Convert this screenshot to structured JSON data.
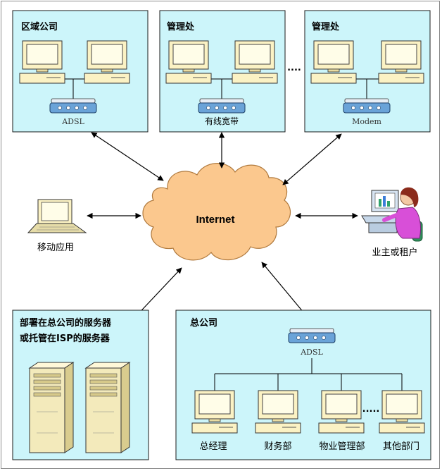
{
  "colors": {
    "box_fill": "#ccf5fa",
    "box_stroke": "#1a1a1a",
    "cloud_fill": "#fbc88e",
    "monitor_fill": "#fbf2c4",
    "screen_fill": "#fffde8",
    "modem_fill": "#6aa3d8",
    "server_fill": "#f3eabb",
    "arrow": "#000000"
  },
  "cloud": {
    "label": "Internet"
  },
  "boxes": {
    "regional_company": {
      "title": "区域公司",
      "device_label": "ADSL"
    },
    "mgmt_office_1": {
      "title": "管理处",
      "device_label": "有线宽带"
    },
    "mgmt_office_2": {
      "title": "管理处",
      "device_label": "Modem"
    },
    "ellipsis_top": "....",
    "servers": {
      "title_line1": "部署在总公司的服务器",
      "title_line2": "或托管在ISP的服务器"
    },
    "headquarters": {
      "title": "总公司",
      "device_label": "ADSL",
      "departments": [
        "总经理",
        "财务部",
        "物业管理部",
        "其他部门"
      ],
      "ellipsis": "....."
    }
  },
  "mobile": {
    "label": "移动应用",
    "icon": "laptop-icon"
  },
  "tenant": {
    "label": "业主或租户",
    "icon": "person-at-computer-icon"
  }
}
